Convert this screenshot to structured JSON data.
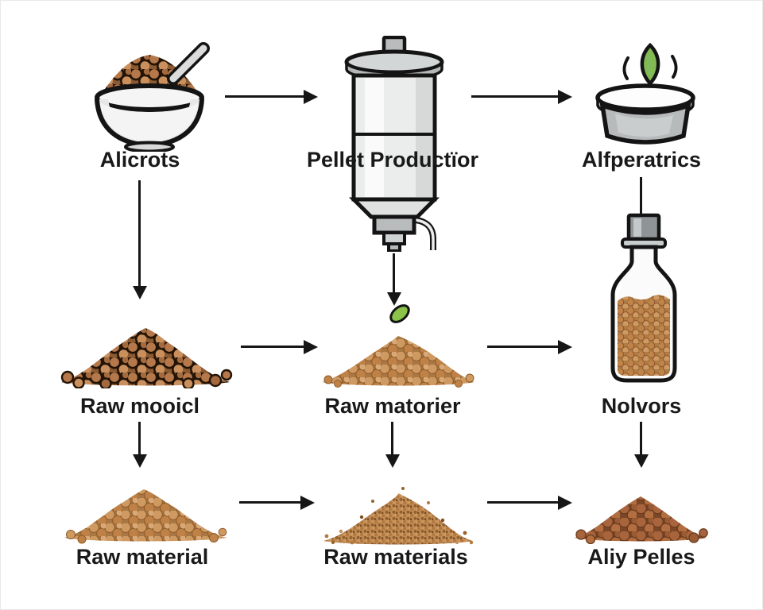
{
  "diagram": {
    "rows": [
      {
        "cells": [
          {
            "label": "Alicrots",
            "icon": "bowl-of-pellets"
          },
          {
            "label": "Pellet Productïor",
            "icon": "pellet-mill-machine"
          },
          {
            "label": "Alfperatrics",
            "icon": "pot-with-sprout"
          }
        ]
      },
      {
        "cells": [
          {
            "label": "Raw mooicl",
            "icon": "outlined-pellet-pile"
          },
          {
            "label": "Raw matorier",
            "icon": "pellet-pile-with-leaf"
          },
          {
            "label": "Nolvors",
            "icon": "bottle-of-pellets"
          }
        ]
      },
      {
        "cells": [
          {
            "label": "Raw material",
            "icon": "tan-pellet-pile"
          },
          {
            "label": "Raw materials",
            "icon": "granule-pile"
          },
          {
            "label": "Aliy Pelles",
            "icon": "brown-pellet-pile"
          }
        ]
      }
    ],
    "colors": {
      "background": "#ffffff",
      "arrow": "#161616",
      "outline": "#141414",
      "leaf_green": "#82bb55",
      "pellet_tan": "#c08348",
      "pellet_brown": "#a8643c",
      "metal_gray": "#c7cbcc"
    }
  }
}
